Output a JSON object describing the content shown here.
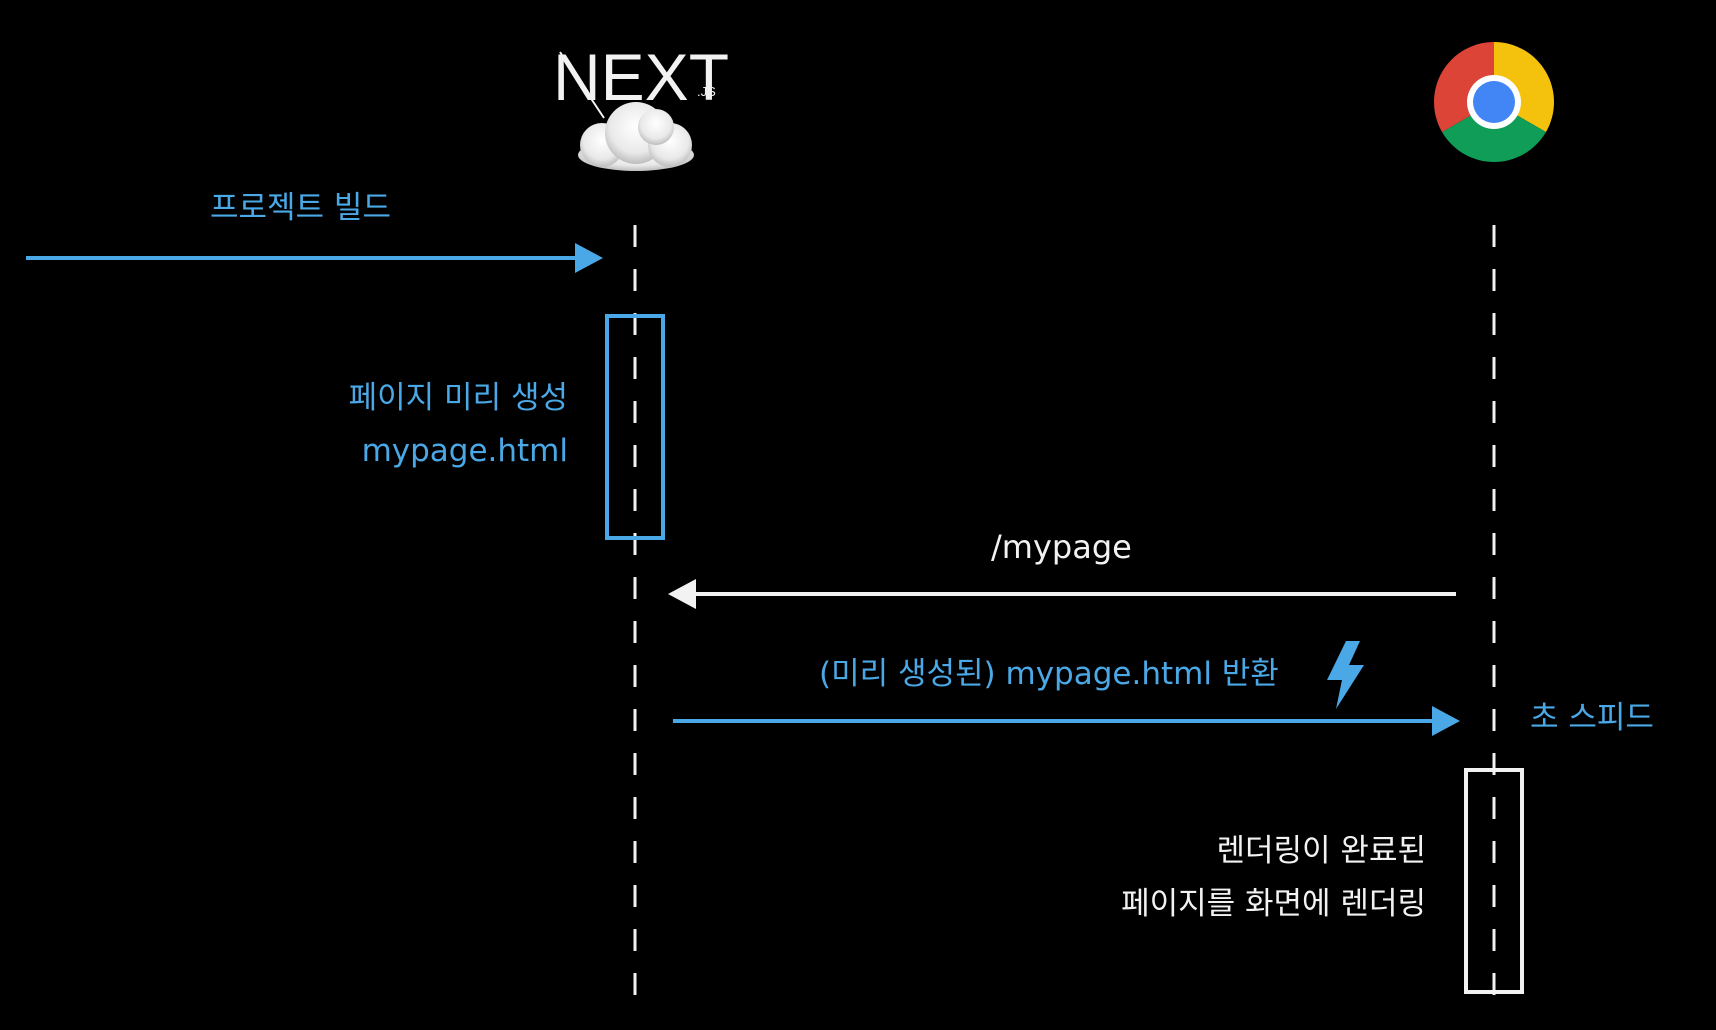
{
  "colors": {
    "background": "#000000",
    "accent_blue": "#4aa8e6",
    "white": "#f2f2f2",
    "chrome_red": "#db4437",
    "chrome_green": "#0f9d58",
    "chrome_yellow": "#f4c20d",
    "chrome_blue": "#4285f4"
  },
  "participants": {
    "server": {
      "logo_main": "NEXT",
      "logo_suffix": ".JS",
      "icon": "cloud-icon"
    },
    "browser": {
      "icon": "chrome-icon"
    }
  },
  "messages": {
    "build": "프로젝트 빌드",
    "pregenerate_line1": "페이지 미리 생성",
    "pregenerate_line2": "mypage.html",
    "request": "/mypage",
    "response": "(미리 생성된) mypage.html 반환",
    "speed": "초 스피드",
    "render_line1": "렌더링이 완료된",
    "render_line2": "페이지를 화면에 렌더링"
  },
  "icons": {
    "response_marker": "lightning-icon"
  }
}
